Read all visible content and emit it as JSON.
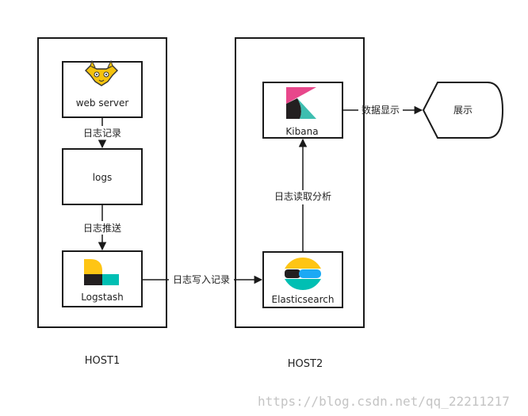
{
  "hosts": {
    "host1": "HOST1",
    "host2": "HOST2"
  },
  "nodes": {
    "webserver": "web server",
    "logs": "logs",
    "logstash": "Logstash",
    "kibana": "Kibana",
    "elasticsearch": "Elasticsearch",
    "display": "展示"
  },
  "edges": {
    "log_record": "日志记录",
    "log_push": "日志推送",
    "log_write": "日志写入记录",
    "log_read_analyze": "日志读取分析",
    "data_display": "数据显示"
  },
  "watermark": "https://blog.csdn.net/qq_22211217",
  "icons": {
    "webserver": "tomcat-cat-icon",
    "logstash": "logstash-icon",
    "kibana": "kibana-icon",
    "elasticsearch": "elasticsearch-icon"
  },
  "colors": {
    "box_stroke": "#1a1a1a",
    "kibana_pink": "#e8478b",
    "kibana_teal": "#3ebeb0",
    "logstash_yellow": "#fec514",
    "logstash_teal": "#00bfb3",
    "es_blue": "#1ba9f5",
    "es_yellow": "#fec514",
    "es_teal": "#00bfb3"
  }
}
